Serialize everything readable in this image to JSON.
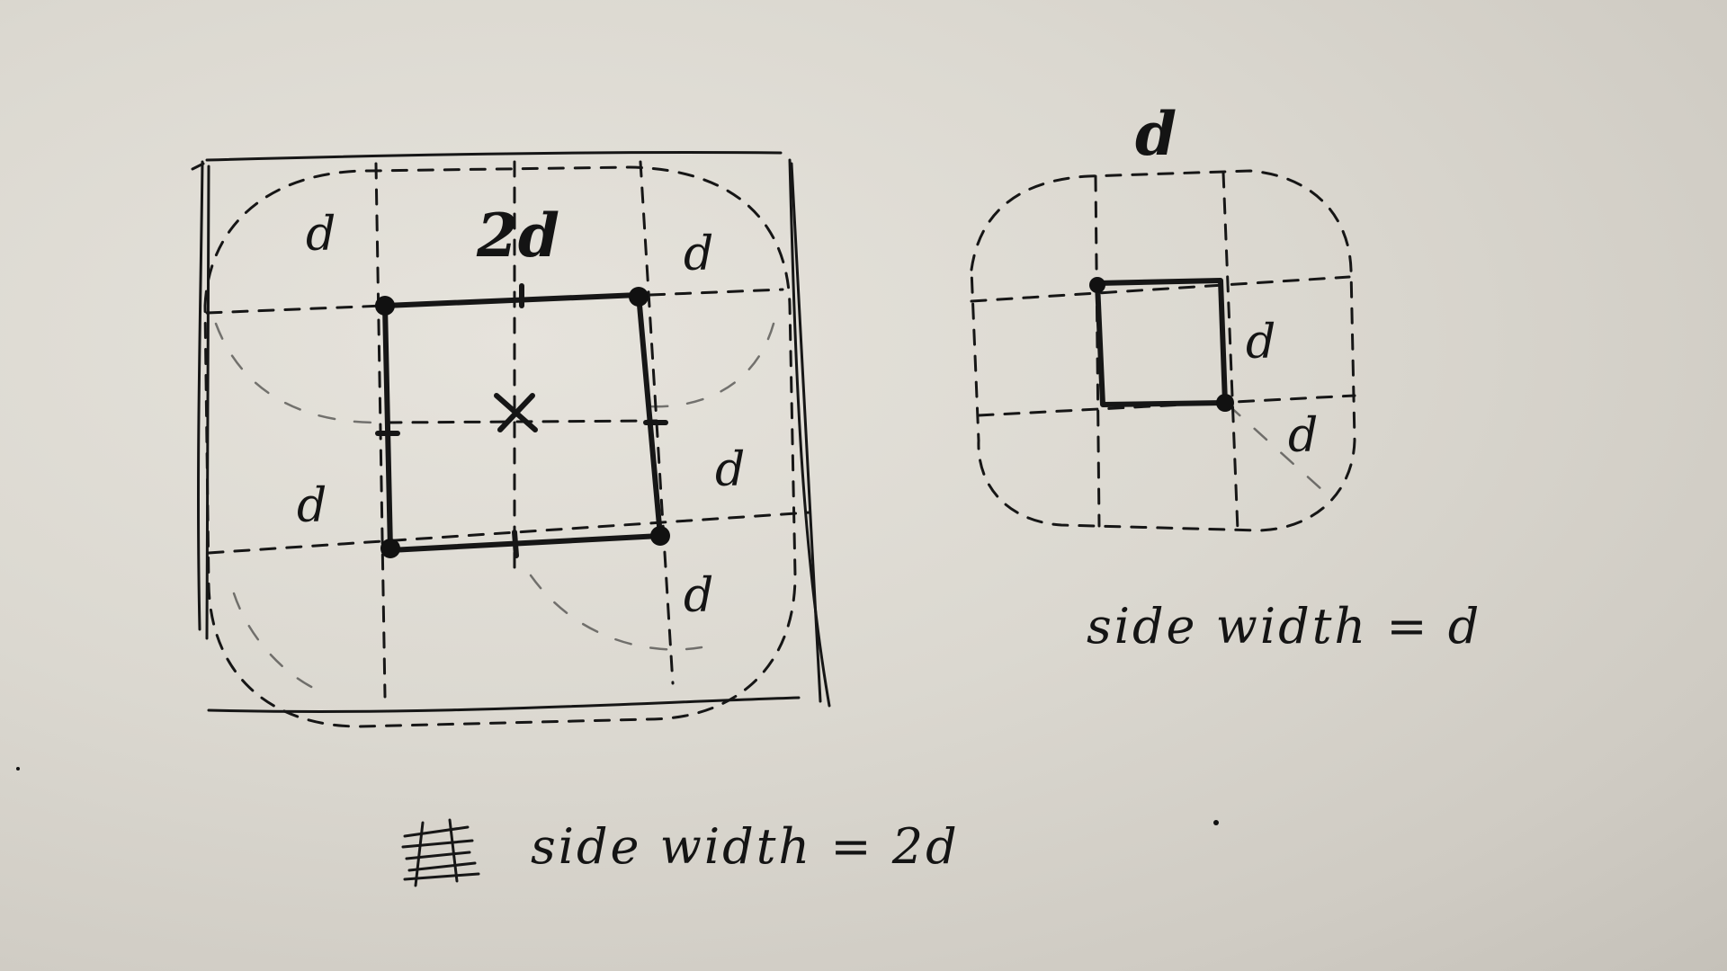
{
  "left_figure": {
    "top_label": "2d",
    "corner_labels": [
      "d",
      "d",
      "d",
      "d",
      "d"
    ],
    "caption": "side width = 2d"
  },
  "right_figure": {
    "top_label": "d",
    "side_label": "d",
    "diagonal_label": "d",
    "caption": "side width = d"
  }
}
